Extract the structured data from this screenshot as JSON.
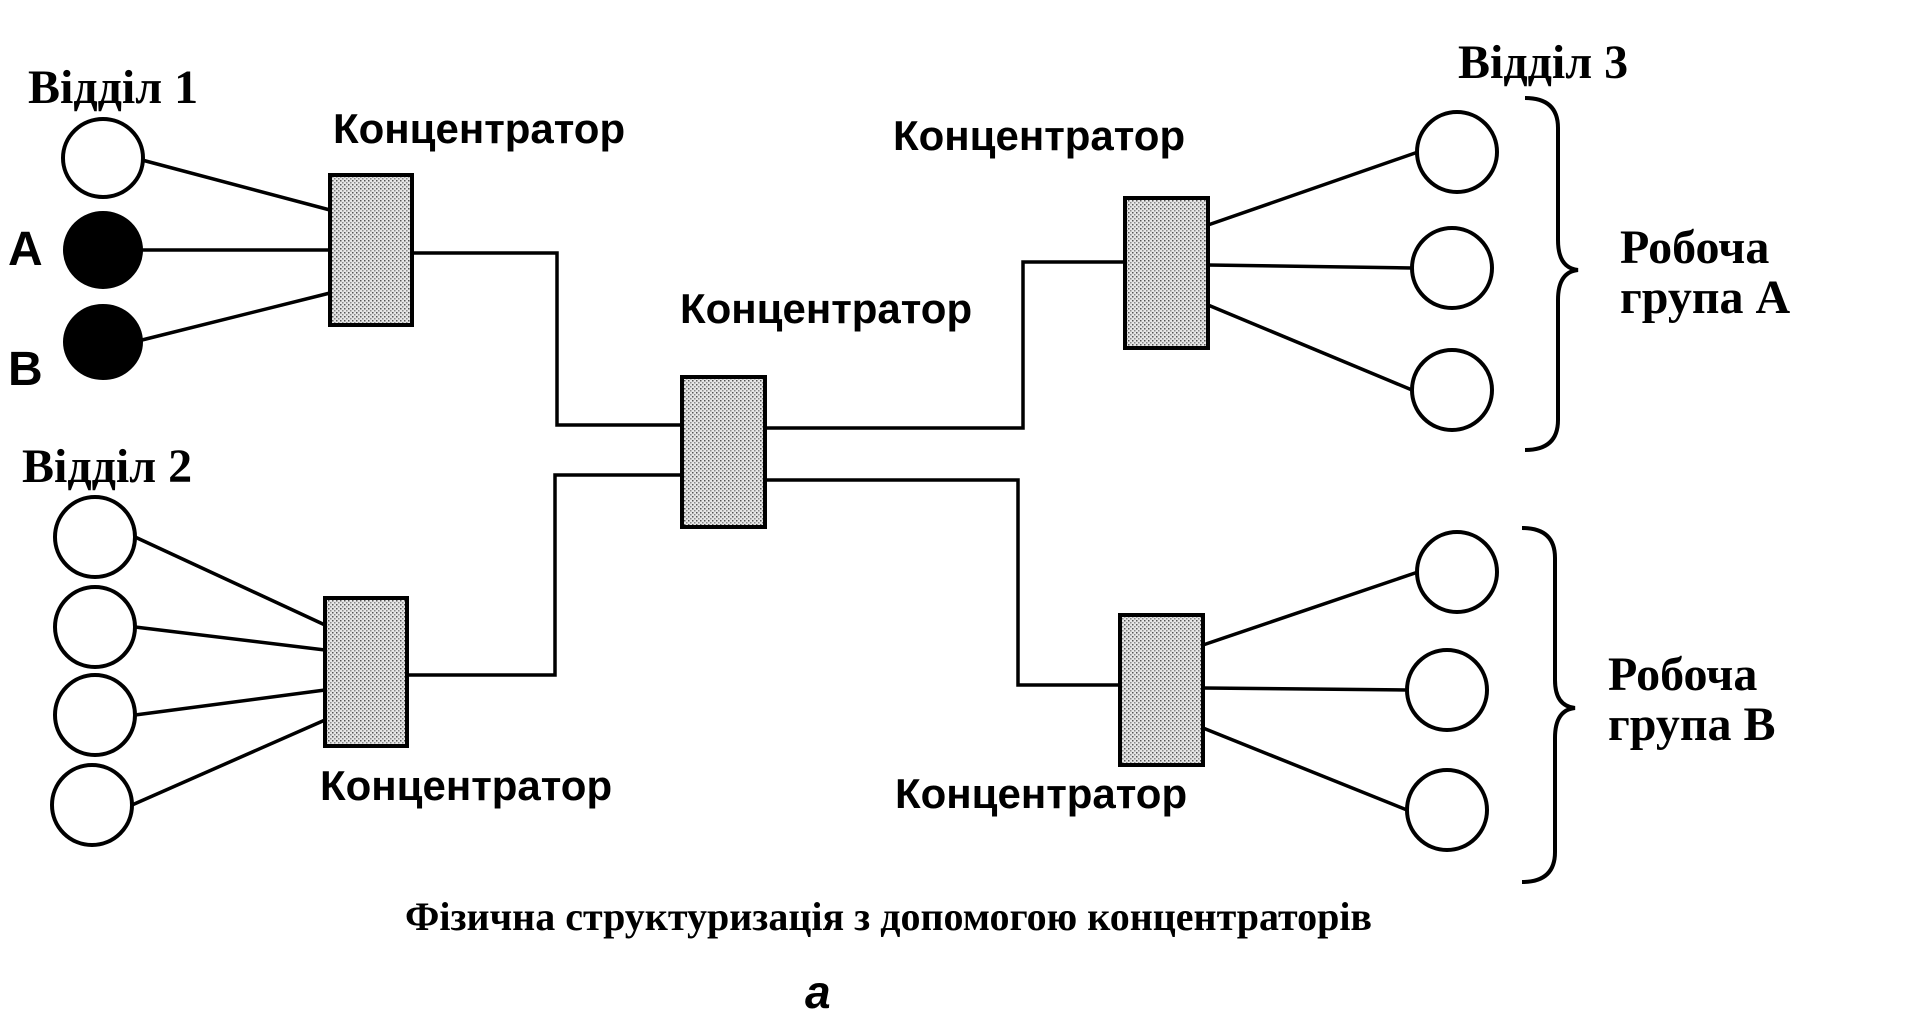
{
  "departments": {
    "dept1": "Відділ 1",
    "dept2": "Відділ 2",
    "dept3": "Відділ 3"
  },
  "hubs": {
    "label": "Концентратор"
  },
  "hosts": {
    "a": "A",
    "b": "B"
  },
  "groups": {
    "a_line1": "Робоча",
    "a_line2": "група A",
    "b_line1": "Робоча",
    "b_line2": "група B"
  },
  "caption": "Фізична структуризація з допомогою концентраторів",
  "figure_letter": "а"
}
